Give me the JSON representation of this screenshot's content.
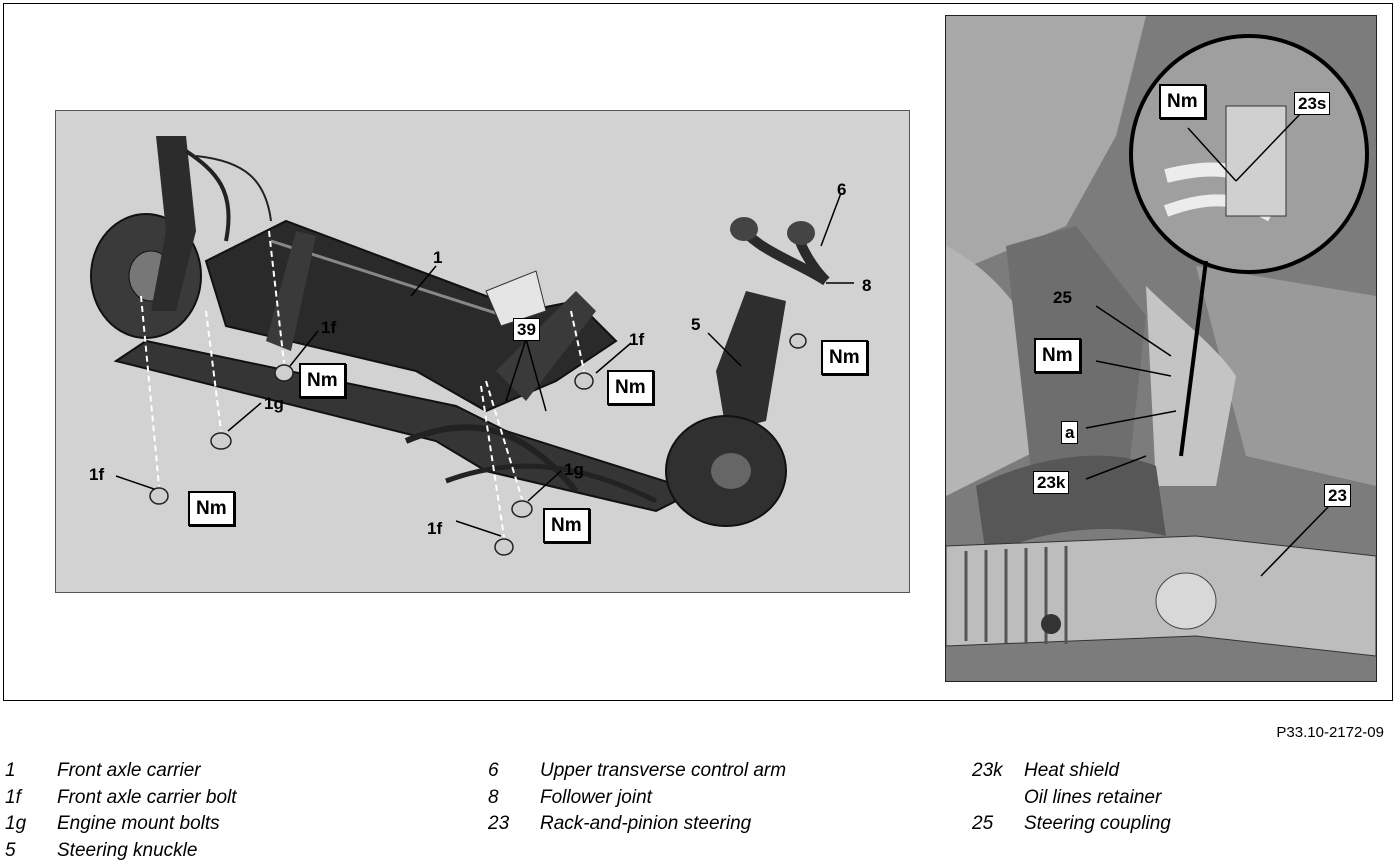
{
  "figure_ref": "P33.10-2172-09",
  "torque_label": "Nm",
  "left_callouts": {
    "c1": "1",
    "c1f_a": "1f",
    "c1f_b": "1f",
    "c1f_c": "1f",
    "c1f_d": "1f",
    "c1g_a": "1g",
    "c1g_b": "1g",
    "c39": "39",
    "c5": "5",
    "c6": "6",
    "c8": "8"
  },
  "right_callouts": {
    "c23s": "23s",
    "c25": "25",
    "ca": "a",
    "c23k": "23k",
    "c23": "23"
  },
  "legend": {
    "col1": [
      {
        "code": "1",
        "desc": "Front axle carrier"
      },
      {
        "code": "1f",
        "desc": "Front axle carrier bolt"
      },
      {
        "code": "1g",
        "desc": "Engine mount bolts"
      },
      {
        "code": "5",
        "desc": "Steering knuckle"
      }
    ],
    "col2": [
      {
        "code": "6",
        "desc": "Upper transverse control arm"
      },
      {
        "code": "8",
        "desc": "Follower joint"
      },
      {
        "code": "23",
        "desc": "Rack-and-pinion steering"
      }
    ],
    "col3": [
      {
        "code": "23k",
        "desc": "Heat shield"
      },
      {
        "code": "",
        "desc": "Oil lines retainer"
      },
      {
        "code": "25",
        "desc": "Steering coupling"
      }
    ]
  }
}
